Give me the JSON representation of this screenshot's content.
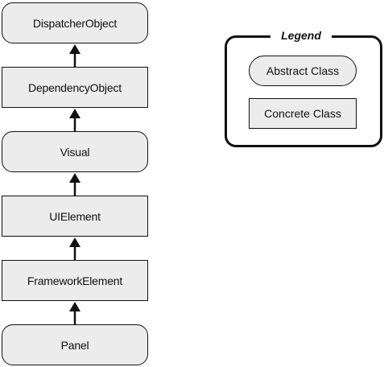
{
  "hierarchy": {
    "nodes": [
      {
        "label": "DispatcherObject",
        "kind": "abstract"
      },
      {
        "label": "DependencyObject",
        "kind": "concrete"
      },
      {
        "label": "Visual",
        "kind": "abstract"
      },
      {
        "label": "UIElement",
        "kind": "concrete"
      },
      {
        "label": "FrameworkElement",
        "kind": "concrete"
      },
      {
        "label": "Panel",
        "kind": "abstract"
      }
    ],
    "edges": [
      {
        "from": "DependencyObject",
        "to": "DispatcherObject"
      },
      {
        "from": "Visual",
        "to": "DependencyObject"
      },
      {
        "from": "UIElement",
        "to": "Visual"
      },
      {
        "from": "FrameworkElement",
        "to": "UIElement"
      },
      {
        "from": "Panel",
        "to": "FrameworkElement"
      }
    ]
  },
  "legend": {
    "title": "Legend",
    "abstract_label": "Abstract Class",
    "concrete_label": "Concrete Class"
  },
  "colors": {
    "box_fill": "#ececec",
    "stroke": "#111111"
  }
}
